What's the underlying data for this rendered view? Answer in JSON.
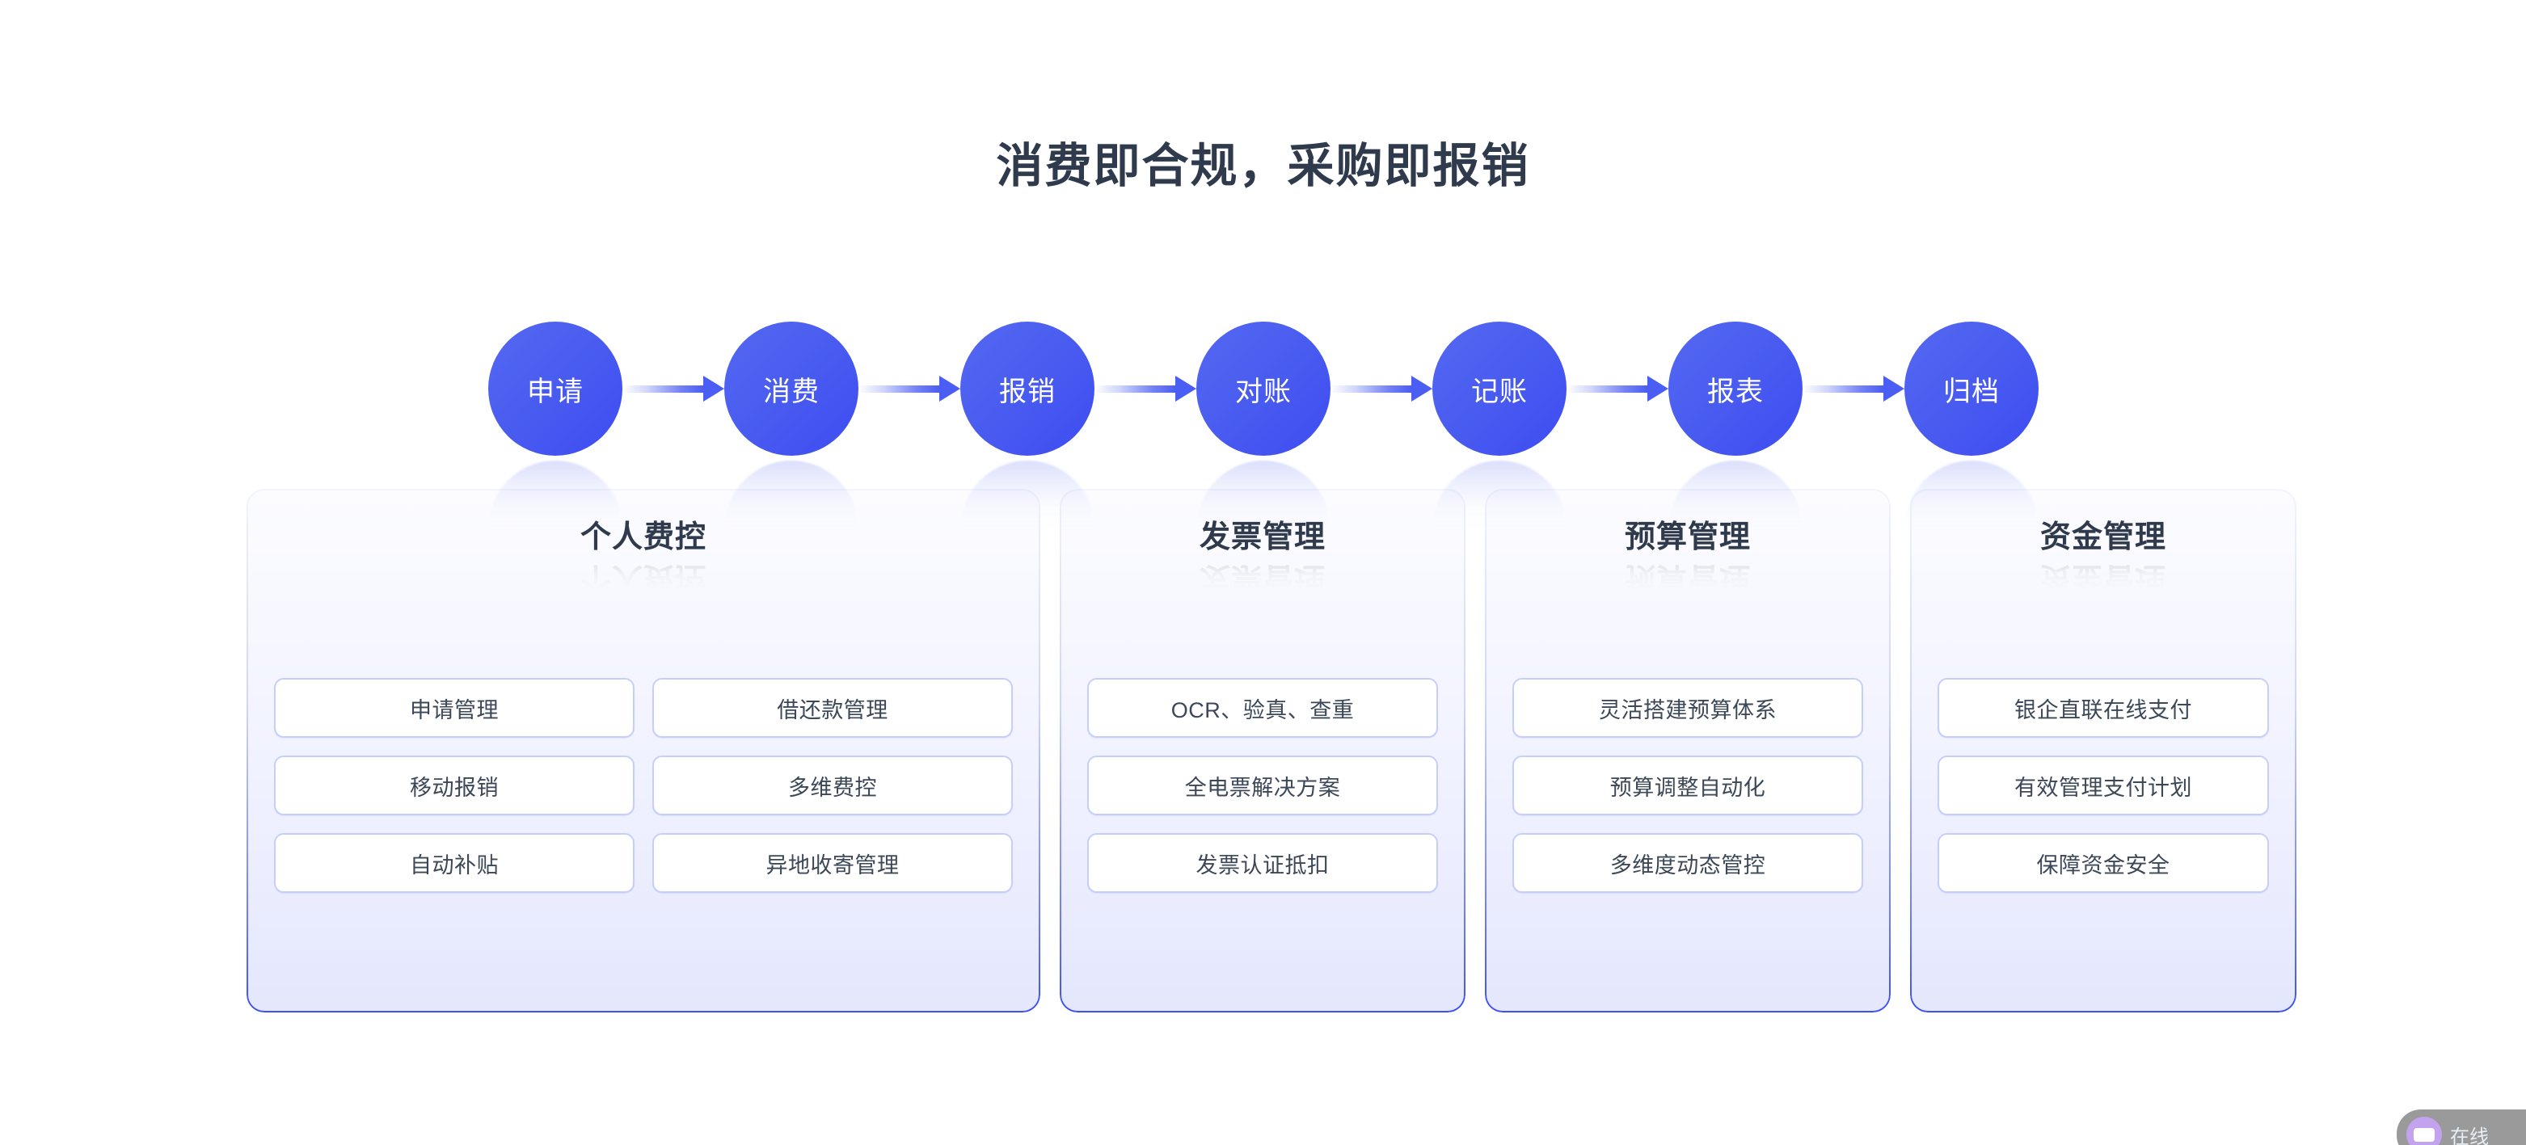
{
  "page": {
    "title": "消费即合规，采购即报销",
    "background_color": "#ffffff",
    "title_color": "#2f3b4c",
    "accent_color": "#4b5ef3",
    "panel_border_color": "#4a5ef0",
    "card_border_color": "#c6cffb"
  },
  "flow": {
    "steps": [
      {
        "label": "申请"
      },
      {
        "label": "消费"
      },
      {
        "label": "报销"
      },
      {
        "label": "对账"
      },
      {
        "label": "记账"
      },
      {
        "label": "报表"
      },
      {
        "label": "归档"
      }
    ],
    "arrow_icon": "arrow-right-icon"
  },
  "panels": [
    {
      "title": "个人费控",
      "columns": 2,
      "items": [
        "申请管理",
        "借还款管理",
        "移动报销",
        "多维费控",
        "自动补贴",
        "异地收寄管理"
      ]
    },
    {
      "title": "发票管理",
      "columns": 1,
      "items": [
        "OCR、验真、查重",
        "全电票解决方案",
        "发票认证抵扣"
      ]
    },
    {
      "title": "预算管理",
      "columns": 1,
      "items": [
        "灵活搭建预算体系",
        "预算调整自动化",
        "多维度动态管控"
      ]
    },
    {
      "title": "资金管理",
      "columns": 1,
      "items": [
        "银企直联在线支付",
        "有效管理支付计划",
        "保障资金安全"
      ]
    }
  ],
  "float_widget": {
    "label": "在线",
    "avatar_icon": "support-agent-icon"
  }
}
